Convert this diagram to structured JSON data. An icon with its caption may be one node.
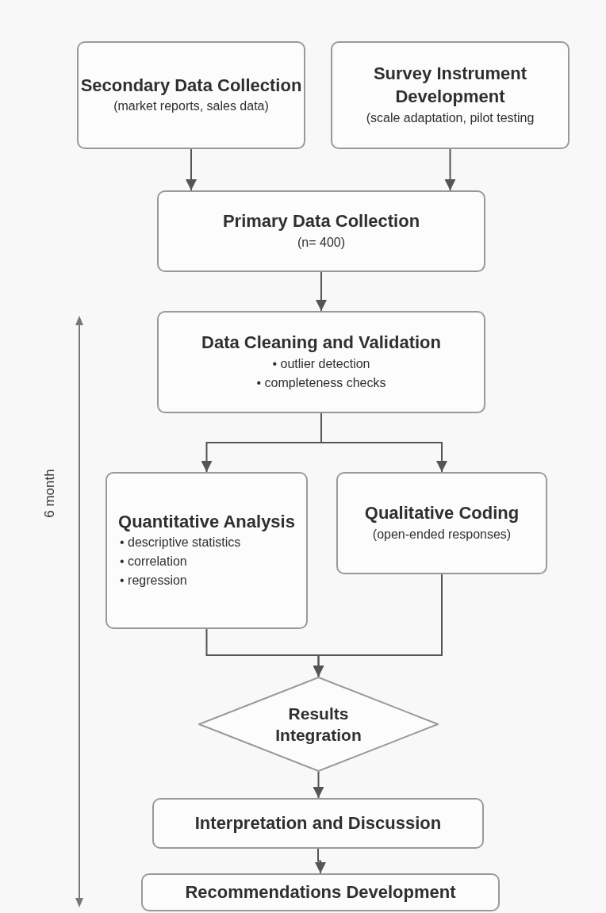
{
  "diagram": {
    "nodes": [
      {
        "text": [
          "Secondary Data Collection",
          "(market reports, sales data)"
        ]
      },
      {
        "text": [
          "Survey Instrument Development",
          "(scale adaptation, pilot testing"
        ]
      },
      {
        "text": [
          "Primary Data Collection",
          "(n= 400)"
        ]
      },
      {
        "text": [
          "Data Cleaning and Validation",
          "• outlier detection",
          "• completeness checks"
        ]
      },
      {
        "text": [
          "Quantitative Analysis",
          "• descriptive statistics",
          "• correlation",
          "• regression"
        ]
      },
      {
        "text": [
          "Qualitative Coding",
          "(open-ended responses)"
        ]
      },
      {
        "text": [
          "Results Integration"
        ]
      },
      {
        "text": [
          "Interpretation and Discussion"
        ]
      },
      {
        "text": [
          "Recommendations Development"
        ]
      }
    ],
    "edges": [
      {
        "from": 0,
        "to": 2,
        "arrow": "to"
      },
      {
        "from": 1,
        "to": 2,
        "arrow": "to"
      },
      {
        "from": 2,
        "to": 3,
        "arrow": "to"
      },
      {
        "from": 3,
        "to": 4,
        "arrow": "to"
      },
      {
        "from": 3,
        "to": 5,
        "arrow": "to"
      },
      {
        "from": 4,
        "to": 6,
        "arrow": "to"
      },
      {
        "from": 5,
        "to": 6,
        "arrow": "to"
      },
      {
        "from": 6,
        "to": 7,
        "arrow": "to"
      },
      {
        "from": 7,
        "to": 8,
        "arrow": "to"
      }
    ],
    "labels": [
      "6 month"
    ]
  }
}
